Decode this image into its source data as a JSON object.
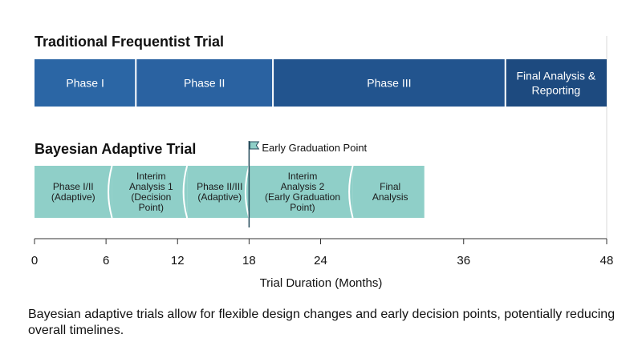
{
  "sections": {
    "frequentist_title": "Traditional Frequentist Trial",
    "bayesian_title": "Bayesian Adaptive Trial"
  },
  "caption": "Bayesian adaptive trials allow for flexible design changes and early decision points, potentially reducing overall timelines.",
  "chart_data": {
    "type": "gantt",
    "xlabel": "Trial Duration (Months)",
    "xlim": [
      0,
      48
    ],
    "xticks": [
      0,
      6,
      12,
      18,
      24,
      36,
      48
    ],
    "frequentist": [
      {
        "label": [
          "Phase I"
        ],
        "start": 0,
        "end": 8.5,
        "color": "#2b66a5"
      },
      {
        "label": [
          "Phase II"
        ],
        "start": 8.5,
        "end": 20,
        "color": "#2a62a1"
      },
      {
        "label": [
          "Phase III"
        ],
        "start": 20,
        "end": 39.5,
        "color": "#22548e"
      },
      {
        "label": [
          "Final Analysis &",
          "Reporting"
        ],
        "start": 39.5,
        "end": 48,
        "color": "#1d4a7f"
      }
    ],
    "bayesian": [
      {
        "label": [
          "Phase I/II",
          "(Adaptive)"
        ],
        "start": 0,
        "end": 6.5
      },
      {
        "label": [
          "Interim",
          "Analysis 1",
          "(Decision",
          "Point)"
        ],
        "start": 6.5,
        "end": 12.8
      },
      {
        "label": [
          "Phase II/III",
          "(Adaptive)"
        ],
        "start": 12.8,
        "end": 18
      },
      {
        "label": [
          "Interim",
          "Analysis 2",
          "(Early Graduation",
          "Point)"
        ],
        "start": 18,
        "end": 26.7
      },
      {
        "label": [
          "Final",
          "Analysis"
        ],
        "start": 26.7,
        "end": 32.7
      }
    ],
    "bayesian_color": "#8fcfc8",
    "marker": {
      "label": "Early Graduation Point",
      "x": 18
    }
  }
}
